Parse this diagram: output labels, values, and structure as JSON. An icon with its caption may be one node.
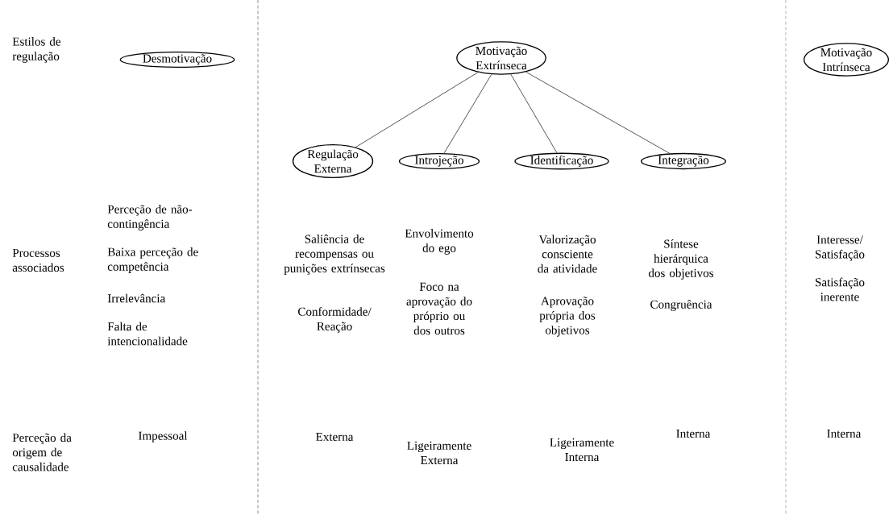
{
  "diagram": {
    "nodes": [
      {
        "text": [
          "Desmotivação"
        ]
      },
      {
        "text": [
          "Motivação Extrínseca"
        ]
      },
      {
        "text": [
          "Regulação Externa"
        ]
      },
      {
        "text": [
          "Introjeção"
        ]
      },
      {
        "text": [
          "Identificação"
        ]
      },
      {
        "text": [
          "Integração"
        ]
      },
      {
        "text": [
          "Motivação Intrínseca"
        ]
      }
    ],
    "edges": [
      {
        "from": 1,
        "to": 2,
        "arrow": "none"
      },
      {
        "from": 1,
        "to": 3,
        "arrow": "none"
      },
      {
        "from": 1,
        "to": 4,
        "arrow": "none"
      },
      {
        "from": 1,
        "to": 5,
        "arrow": "none"
      }
    ],
    "labels": [
      "Estilos de regulação",
      "Processos associados",
      "Perceção de não-contingência",
      "Baixa perceção de competência",
      "Irrelevância",
      "Falta de intencionalidade",
      "Saliência de recompensas ou punições extrínsecas",
      "Conformidade/ Reação",
      "Envolvimento do ego",
      "Foco na aprovação do próprio ou dos outros",
      "Valorização consciente da atividade",
      "Aprovação própria dos objetivos",
      "Síntese hierárquica dos objetivos",
      "Congruência",
      "Interesse/ Satisfação",
      "Satisfação inerente",
      "Perceção da origem de causalidade",
      "Impessoal",
      "Externa",
      "Ligeiramente Externa",
      "Ligeiramente Interna",
      "Interna",
      "Interna"
    ]
  }
}
